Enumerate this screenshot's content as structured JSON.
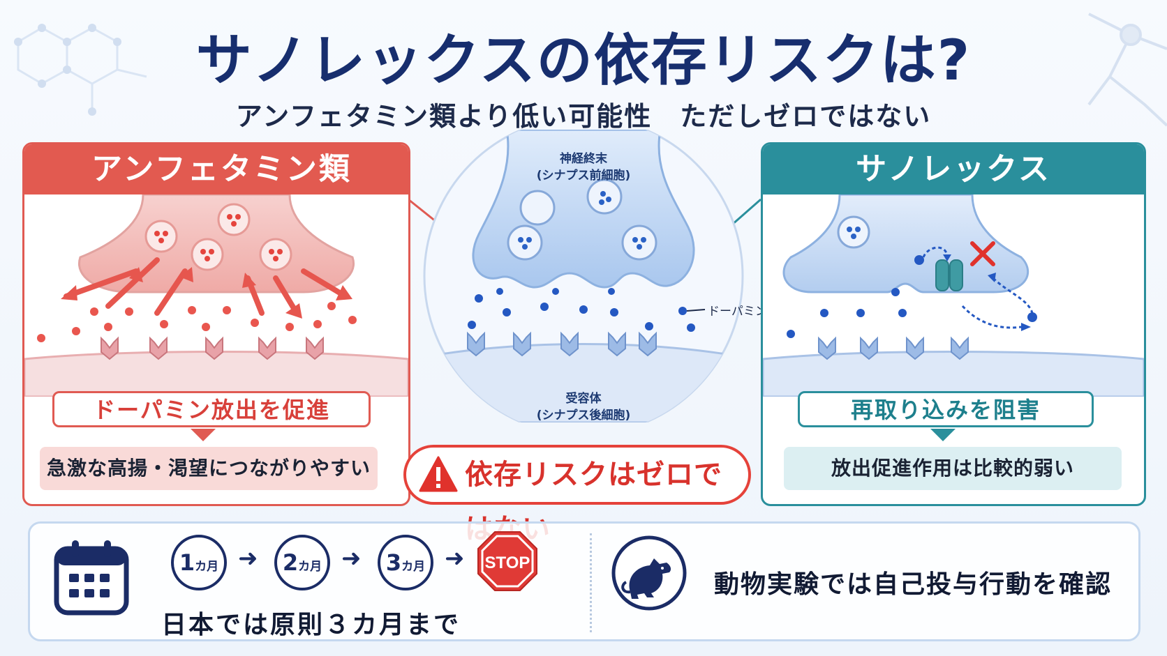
{
  "title": "サノレックスの依存リスクは?",
  "subtitle": "アンフェタミン類より低い可能性　ただしゼロではない",
  "left_panel": {
    "header": "アンフェタミン類",
    "mechanism": "ドーパミン放出を促進",
    "effect": "急激な高揚・渇望につながりやすい",
    "color": "#e25a50"
  },
  "center": {
    "presynaptic_label": "神経終末",
    "presynaptic_sub": "(シナプス前細胞)",
    "dopamine_label": "ドーパミン",
    "receptor_label": "受容体",
    "receptor_sub": "(シナプス後細胞)",
    "warning": "依存リスクはゼロではない"
  },
  "right_panel": {
    "header": "サノレックス",
    "mechanism": "再取り込みを阻害",
    "effect": "放出促進作用は比較的弱い",
    "color": "#2a8f9c"
  },
  "bottom": {
    "months": [
      {
        "n": "1",
        "unit": "カ月"
      },
      {
        "n": "2",
        "unit": "カ月"
      },
      {
        "n": "3",
        "unit": "カ月"
      }
    ],
    "stop_label": "STOP",
    "duration_note": "日本では原則３カ月まで",
    "animal_note": "動物実験では自己投与行動を確認"
  },
  "icons": [
    "calendar-icon",
    "stop-sign-icon",
    "rat-icon",
    "warning-icon",
    "x-mark-icon"
  ]
}
